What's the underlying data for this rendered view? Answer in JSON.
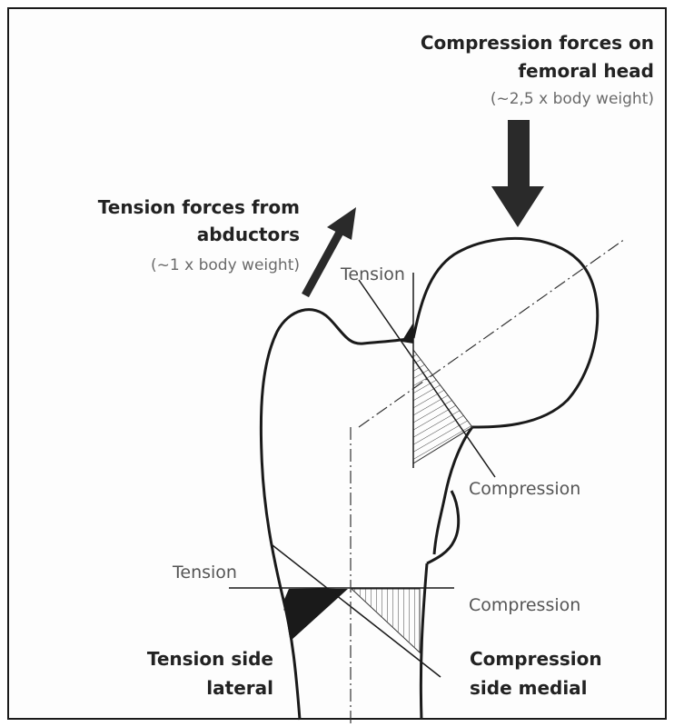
{
  "labels": {
    "compression_head_line1": "Compression forces on",
    "compression_head_line2": "femoral head",
    "compression_head_sub": "(~2,5 x body weight)",
    "tension_abd_line1": "Tension forces from",
    "tension_abd_line2": "abductors",
    "tension_abd_sub": "(~1 x body weight)",
    "tension_upper": "Tension",
    "compression_mid": "Compression",
    "tension_lower": "Tension",
    "compression_lower": "Compression",
    "tension_side_line1": "Tension side",
    "tension_side_line2": "lateral",
    "compression_side_line1": "Compression",
    "compression_side_line2": "side medial"
  },
  "colors": {
    "ink": "#1a1a1a",
    "arrow": "#2a2a2a",
    "text_bold": "#222222",
    "text_light": "#6a6a6a"
  }
}
